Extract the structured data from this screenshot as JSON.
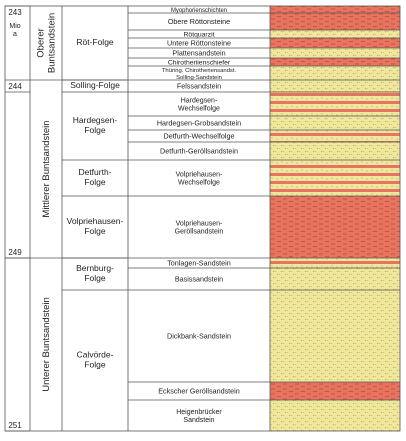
{
  "colors": {
    "red_fill": "#e8735f",
    "sand_fill": "#efe6a0",
    "sand_dot": "#c9b13a",
    "red_dash": "#9c3b2b",
    "line": "#555555"
  },
  "time": {
    "unit": "Mio a",
    "ticks": [
      "243",
      "244",
      "249",
      "251"
    ]
  },
  "groups": [
    {
      "id": "oberer",
      "label": [
        "Oberer",
        "Buntsandstein"
      ]
    },
    {
      "id": "mittlerer",
      "label": [
        "Mittlerer Buntsandstein"
      ]
    },
    {
      "id": "unterer",
      "label": [
        "Unterer Buntsandstein"
      ]
    }
  ],
  "folgen": [
    {
      "id": "roet",
      "label": [
        "Röt-Folge"
      ]
    },
    {
      "id": "solling",
      "label": [
        "Solling-Folge"
      ]
    },
    {
      "id": "hardegsen",
      "label": [
        "Hardegsen-",
        "Folge"
      ]
    },
    {
      "id": "detfurth",
      "label": [
        "Detfurth-",
        "Folge"
      ]
    },
    {
      "id": "volpriehausen",
      "label": [
        "Volpriehausen-",
        "Folge"
      ]
    },
    {
      "id": "bernburg",
      "label": [
        "Bernburg-",
        "Folge"
      ]
    },
    {
      "id": "calvoerde",
      "label": [
        "Calvörde-",
        "Folge"
      ]
    }
  ],
  "units": [
    {
      "label": [
        "Myophorienschichten"
      ],
      "lith": "red"
    },
    {
      "label": [
        "Obere Röttonsteine"
      ],
      "lith": "red"
    },
    {
      "label": [
        "Rötquarzit"
      ],
      "lith": "sand"
    },
    {
      "label": [
        "Untere Röttonsteine"
      ],
      "lith": "red"
    },
    {
      "label": [
        "Plattensandstein"
      ],
      "lith": "sand"
    },
    {
      "label": [
        "Chirotheriienschiefer"
      ],
      "lith": "red"
    },
    {
      "label": [
        "Thüring. Chirotheriensandst.",
        "Solling-Sandstein"
      ],
      "lith": "sand"
    },
    {
      "label": [
        "Felssandstein"
      ],
      "lith": "sand"
    },
    {
      "label": [
        "Hardegsen-",
        "Wechselfolge"
      ],
      "lith": "mixed"
    },
    {
      "label": [
        "Hardegsen-Grobsandstein"
      ],
      "lith": "sand"
    },
    {
      "label": [
        "Detfurth-Wechselfolge"
      ],
      "lith": "mixed"
    },
    {
      "label": [
        "Detfurth-Geröllsandstein"
      ],
      "lith": "sand"
    },
    {
      "label": [
        "Volpriehausen-",
        "Wechselfolge"
      ],
      "lith": "mixed"
    },
    {
      "label": [
        "Volpriehausen-",
        "Geröllsandstein"
      ],
      "lith": "red"
    },
    {
      "label": [
        "Tonlagen-Sandstein"
      ],
      "lith": "mixed"
    },
    {
      "label": [
        "Basissandstein"
      ],
      "lith": "sand"
    },
    {
      "label": [
        "Dickbank-Sandstein"
      ],
      "lith": "sand"
    },
    {
      "label": [
        "Eckscher Geröllsandstein"
      ],
      "lith": "red"
    },
    {
      "label": [
        "Heigenbrücker",
        "Sandstein"
      ],
      "lith": "sand"
    }
  ]
}
